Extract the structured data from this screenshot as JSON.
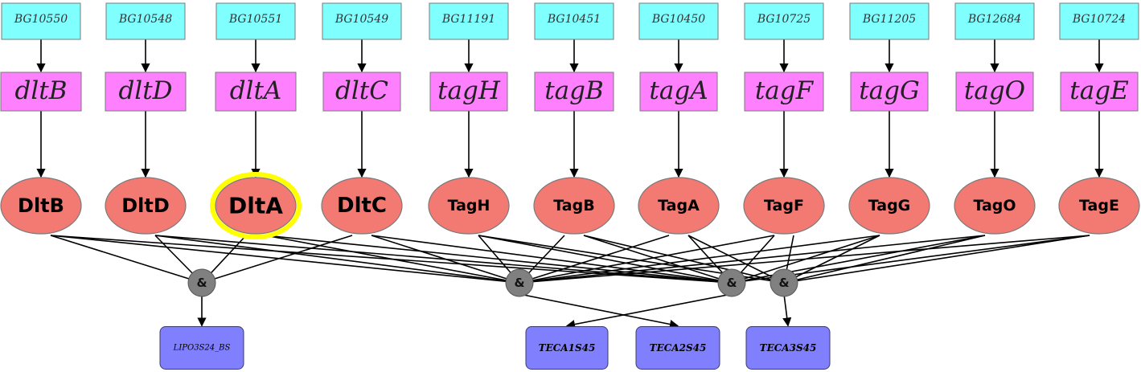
{
  "colors": {
    "bg_node": "#80ffff",
    "gene_node": "#ff80ff",
    "protein_node": "#f27a72",
    "highlight_ring": "#ffff00",
    "and_node": "#808080",
    "product_node": "#8080ff"
  },
  "columns": [
    {
      "bg": "BG10550",
      "gene": "dltB",
      "protein": "DltB"
    },
    {
      "bg": "BG10548",
      "gene": "dltD",
      "protein": "DltD"
    },
    {
      "bg": "BG10551",
      "gene": "dltA",
      "protein": "DltA",
      "highlighted": true
    },
    {
      "bg": "BG10549",
      "gene": "dltC",
      "protein": "DltC"
    },
    {
      "bg": "BG11191",
      "gene": "tagH",
      "protein": "TagH"
    },
    {
      "bg": "BG10451",
      "gene": "tagB",
      "protein": "TagB"
    },
    {
      "bg": "BG10450",
      "gene": "tagA",
      "protein": "TagA"
    },
    {
      "bg": "BG10725",
      "gene": "tagF",
      "protein": "TagF"
    },
    {
      "bg": "BG11205",
      "gene": "tagG",
      "protein": "TagG"
    },
    {
      "bg": "BG12684",
      "gene": "tagO",
      "protein": "TagO"
    },
    {
      "bg": "BG10724",
      "gene": "tagE",
      "protein": "TagE"
    }
  ],
  "and_nodes": [
    {
      "label": "&",
      "inputs": [
        0,
        1,
        2,
        3
      ],
      "outputs": [
        0
      ]
    },
    {
      "label": "&",
      "inputs": [
        0,
        1,
        2,
        3,
        4,
        5,
        6,
        7,
        8,
        9,
        10
      ],
      "outputs": [
        2
      ]
    },
    {
      "label": "&",
      "inputs": [
        0,
        1,
        2,
        3,
        4,
        5,
        6,
        7,
        8,
        9,
        10
      ],
      "outputs": [
        1
      ]
    },
    {
      "label": "&",
      "inputs": [
        4,
        5,
        6,
        7,
        8,
        9,
        10
      ],
      "outputs": [
        3
      ]
    }
  ],
  "products": [
    {
      "label": "LIPO3S24_BS"
    },
    {
      "label": "TECA1S45"
    },
    {
      "label": "TECA2S45"
    },
    {
      "label": "TECA3S45"
    }
  ]
}
